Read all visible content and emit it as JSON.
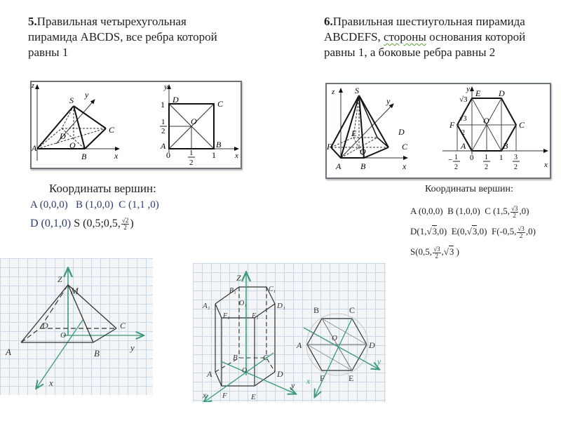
{
  "task5": {
    "number": "5.",
    "title_line1": "Правильная четырехугольная",
    "title_line2": "пирамида ABCDS, все ребра которой",
    "title_line3": "равны 1",
    "figure3d": {
      "labels": {
        "z": "z",
        "y": "y",
        "x": "x",
        "S": "S",
        "D": "D",
        "C": "C",
        "O": "O",
        "A": "A",
        "B": "B"
      }
    },
    "figure2d": {
      "labels": {
        "y": "y",
        "x": "x",
        "D": "D",
        "C": "C",
        "O": "O",
        "A": "A",
        "B": "B",
        "one_y": "1",
        "half_num": "1",
        "half_den": "2",
        "zero": "0",
        "one_x": "1"
      }
    },
    "coords_title": "Координаты вершин:",
    "coords": {
      "A": "A (0,0,0)",
      "B": "B (1,0,0)",
      "C": "C (1,1 ,0)",
      "D": "D (0,1,0)",
      "S_prefix": "S (0,5;0,5,",
      "S_frac_num": "√2",
      "S_frac_den": "2",
      "S_suffix": ")"
    }
  },
  "task6": {
    "number": "6.",
    "title_line1": "Правильная шестиугольная пирамида",
    "title_line2_a": "ABCDEFS, ",
    "title_line2_b": "стороны",
    "title_line2_c": " основания которой",
    "title_line3": "равны 1, а боковые ребра равны 2",
    "figure3d": {
      "labels": {
        "z": "z",
        "y": "y",
        "x": "x",
        "S": "S",
        "E": "E",
        "D": "D",
        "F": "F",
        "C": "C",
        "O": "O",
        "A": "A",
        "B": "B"
      }
    },
    "figure2d": {
      "labels": {
        "y": "y",
        "x": "x",
        "E": "E",
        "D": "D",
        "F": "F",
        "C": "C",
        "O": "O",
        "A": "A",
        "B": "B",
        "sqrt3": "√3",
        "sqrt3_half_num": "√3",
        "sqrt3_half_den": "2",
        "neg_half": "−",
        "one": "1",
        "two": "2",
        "zero": "0",
        "x_one": "1",
        "three": "3"
      }
    },
    "coords_title": "Координаты вершин:",
    "coords": {
      "A": "A (0,0,0)",
      "B": "B (1,0,0)",
      "C_prefix": "C (1,5,",
      "C_suffix": ",0)",
      "D_prefix": "D(1,",
      "D_suffix": ",0)",
      "E_prefix": "E(0,",
      "E_suffix": ",0)",
      "F_prefix": "F(-0,5,",
      "F_suffix": ",0)",
      "S_prefix": "S(0,5,",
      "S_mid": ",",
      "S_suffix": " )",
      "sqrt3": "3",
      "frac_num": "√3",
      "frac_den": "2"
    }
  },
  "sketch_pyramid": {
    "labels": {
      "z": "Z",
      "M": "M",
      "D": "D",
      "C": "C",
      "O": "O",
      "A": "A",
      "B": "B",
      "x": "x",
      "y": "y"
    }
  },
  "sketch_prism": {
    "labels": {
      "z": "Z",
      "B1": "B₁",
      "C1": "C₁",
      "A1": "A₁",
      "O1": "O₁",
      "D1": "D₁",
      "F1": "F₁",
      "E1": "E₁",
      "B": "B",
      "C": "C",
      "O": "O",
      "A": "A",
      "D": "D",
      "F": "F",
      "E": "E",
      "x": "x",
      "y": "y"
    }
  },
  "sketch_hexagon": {
    "labels": {
      "B": "B",
      "C": "C",
      "A": "A",
      "O": "O",
      "D": "D",
      "F": "F",
      "E": "E",
      "x": "x",
      "y": "y"
    }
  },
  "colors": {
    "axis_green": "#3a9a7a",
    "frame": "#6d7278",
    "grid": "#c8d7e6",
    "squiggle": "#5aa02c"
  }
}
